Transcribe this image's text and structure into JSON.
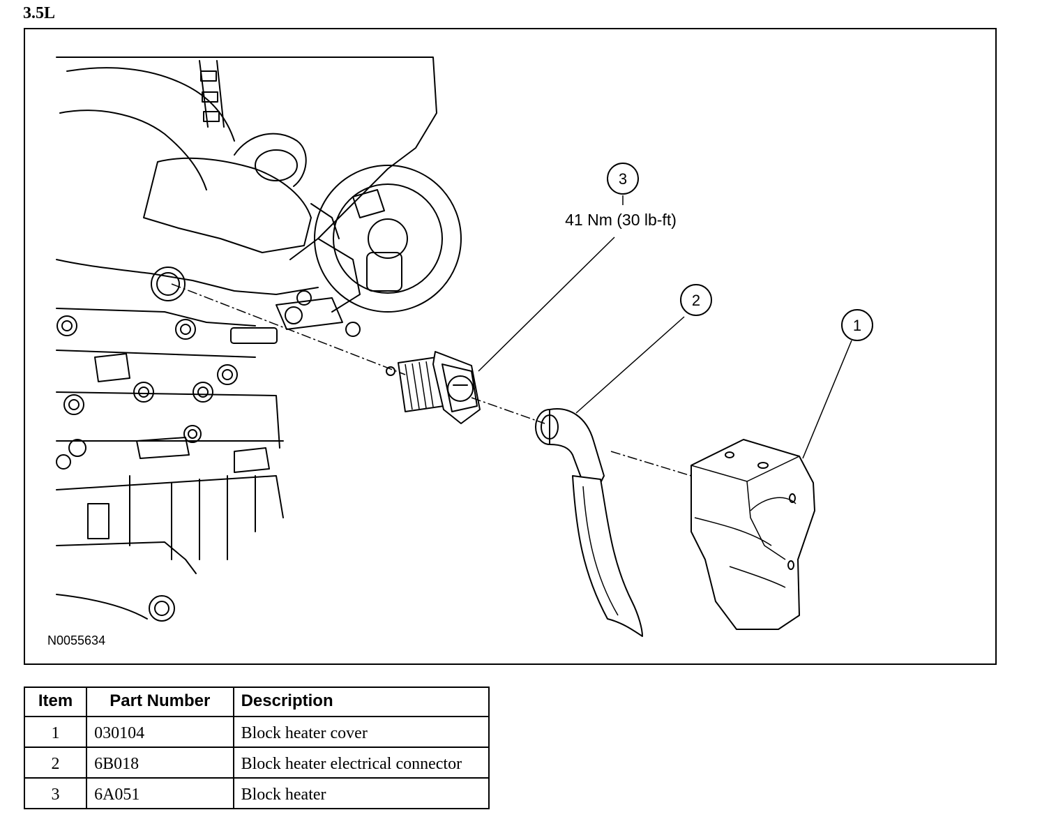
{
  "figure": {
    "engine_label": "3.5L",
    "figure_id": "N0055634",
    "callouts": [
      {
        "number": "1"
      },
      {
        "number": "2"
      },
      {
        "number": "3",
        "torque": "41 Nm (30 lb-ft)"
      }
    ]
  },
  "parts_table": {
    "headers": {
      "item": "Item",
      "part_number": "Part Number",
      "description": "Description"
    },
    "rows": [
      {
        "item": "1",
        "part_number": "030104",
        "description": "Block heater cover"
      },
      {
        "item": "2",
        "part_number": "6B018",
        "description": "Block heater electrical connector"
      },
      {
        "item": "3",
        "part_number": "6A051",
        "description": "Block heater"
      }
    ]
  }
}
